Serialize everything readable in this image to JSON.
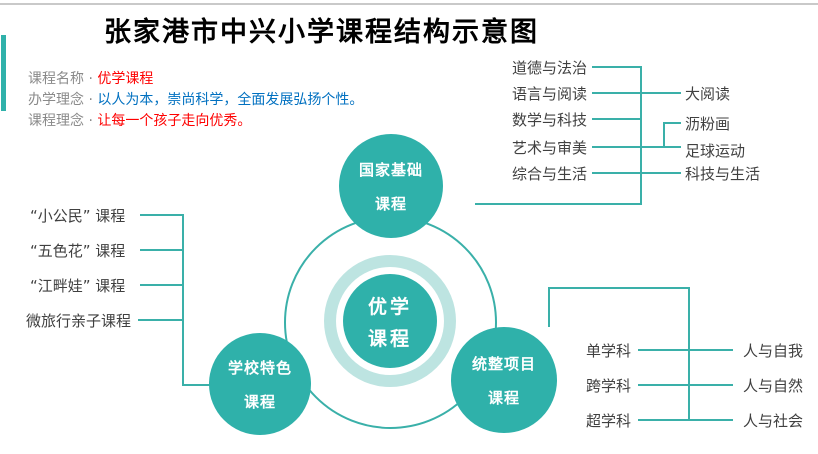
{
  "title": "张家港市中兴小学课程结构示意图",
  "colors": {
    "accent_teal": "#2fb1aa",
    "light_teal": "#bde4e1",
    "connector_line": "#3ab0a9",
    "red_text": "#fe0000",
    "blue_text": "#0070c0",
    "gray_label": "#8a8a8a",
    "list_text": "#404040",
    "divider_gray": "#c9c9c9"
  },
  "info": {
    "rows": [
      {
        "label": "课程名称 ·",
        "value": "优学课程"
      },
      {
        "label": "办学理念 ·",
        "value": "以人为本，崇尚科学，全面发展弘扬个性。"
      },
      {
        "label": "课程理念 ·",
        "value": "让每一个孩子走向优秀。"
      }
    ]
  },
  "hub": {
    "line1": "优学",
    "line2": "课程"
  },
  "nodes": {
    "national": {
      "line1": "国家基础",
      "line2": "课程"
    },
    "school": {
      "line1": "学校特色",
      "line2": "课程"
    },
    "project": {
      "line1": "统整项目",
      "line2": "课程"
    }
  },
  "school_branch": {
    "items": [
      "“小公民” 课程",
      "“五色花” 课程",
      "“江畔娃” 课程",
      "微旅行亲子课程"
    ]
  },
  "national_branch": {
    "items": [
      "道德与法治",
      "语言与阅读",
      "数学与科技",
      "艺术与审美",
      "综合与生活"
    ],
    "sub_items": [
      "大阅读",
      "沥粉画",
      "足球运动",
      "科技与生活"
    ]
  },
  "project_branch": {
    "items": [
      "单学科",
      "跨学科",
      "超学科"
    ],
    "sub_items": [
      "人与自我",
      "人与自然",
      "人与社会"
    ]
  }
}
